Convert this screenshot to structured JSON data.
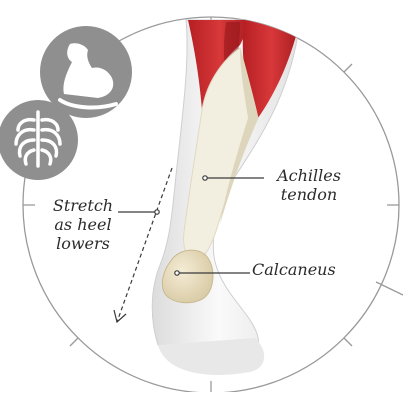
{
  "labels": {
    "stretch_line1": "Stretch",
    "stretch_line2": "as heel",
    "stretch_line3": "lowers",
    "achilles_line1": "Achilles",
    "achilles_line2": "tendon",
    "calcaneus": "Calcaneus"
  },
  "icons": {
    "muscle": "flexed-bicep-icon",
    "ribcage": "ribcage-icon"
  },
  "colors": {
    "muscle": "#c8272a",
    "muscle_dark": "#9d1a1e",
    "tendon": "#f2eee0",
    "bone": "#e9ddbf",
    "skin": "#f3f3f3",
    "skin_shadow": "#d9d9d9",
    "circle": "#9a9a9a",
    "icon_bg": "#8f8f8f",
    "text": "#2b2b2b"
  }
}
